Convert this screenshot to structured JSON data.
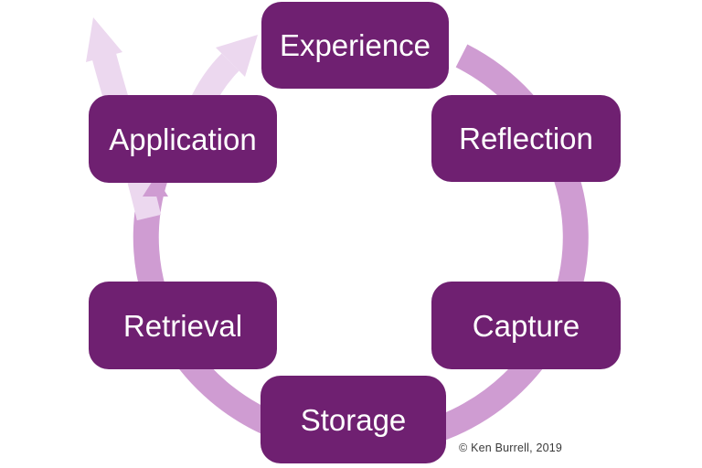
{
  "diagram": {
    "type": "cycle-diagram",
    "stages": [
      {
        "label": "Experience"
      },
      {
        "label": "Reflection"
      },
      {
        "label": "Capture"
      },
      {
        "label": "Storage"
      },
      {
        "label": "Retrieval"
      },
      {
        "label": "Application"
      }
    ],
    "copyright": "© Ken Burrell, 2019",
    "colors": {
      "node_fill": "#6f2071",
      "node_text": "#ffffff",
      "ring": "#cf9cd2",
      "branch": "#ecd8ef",
      "copyright_text": "#3a3a3a"
    }
  }
}
